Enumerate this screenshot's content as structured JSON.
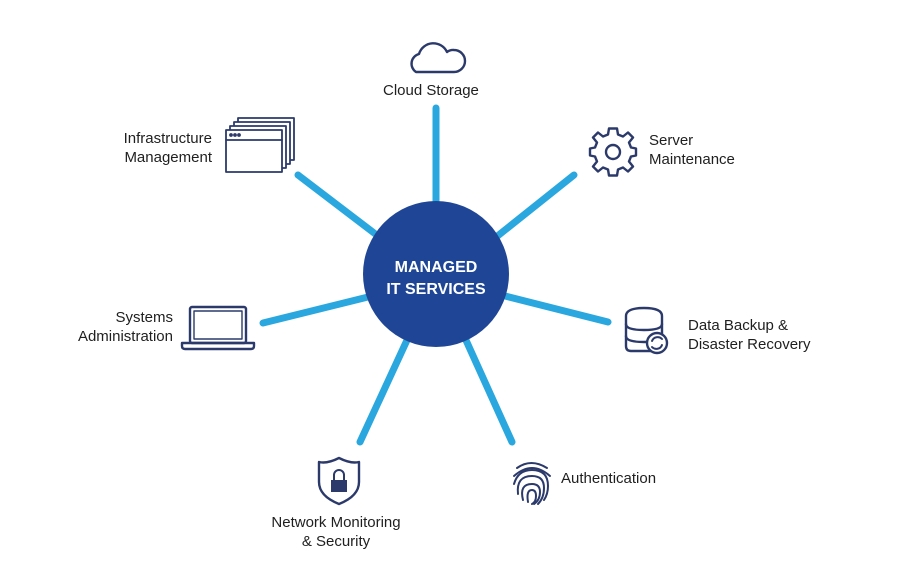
{
  "colors": {
    "hub": "#1f4696",
    "spoke": "#2aa7de",
    "icon_stroke": "#2b3a6b",
    "text": "#1f1f1f",
    "background": "#ffffff"
  },
  "hub": {
    "line1": "MANAGED",
    "line2": "IT SERVICES"
  },
  "services": [
    {
      "id": "cloud-storage",
      "icon": "cloud-icon",
      "line1": "Cloud Storage",
      "line2": ""
    },
    {
      "id": "server-maintenance",
      "icon": "gear-icon",
      "line1": "Server",
      "line2": "Maintenance"
    },
    {
      "id": "data-backup",
      "icon": "database-sync-icon",
      "line1": "Data Backup &",
      "line2": "Disaster Recovery"
    },
    {
      "id": "authentication",
      "icon": "fingerprint-icon",
      "line1": "Authentication",
      "line2": ""
    },
    {
      "id": "network-monitoring",
      "icon": "shield-lock-icon",
      "line1": "Network Monitoring",
      "line2": "& Security"
    },
    {
      "id": "systems-administration",
      "icon": "laptop-icon",
      "line1": "Systems",
      "line2": "Administration"
    },
    {
      "id": "infrastructure-management",
      "icon": "browser-windows-icon",
      "line1": "Infrastructure",
      "line2": "Management"
    }
  ]
}
